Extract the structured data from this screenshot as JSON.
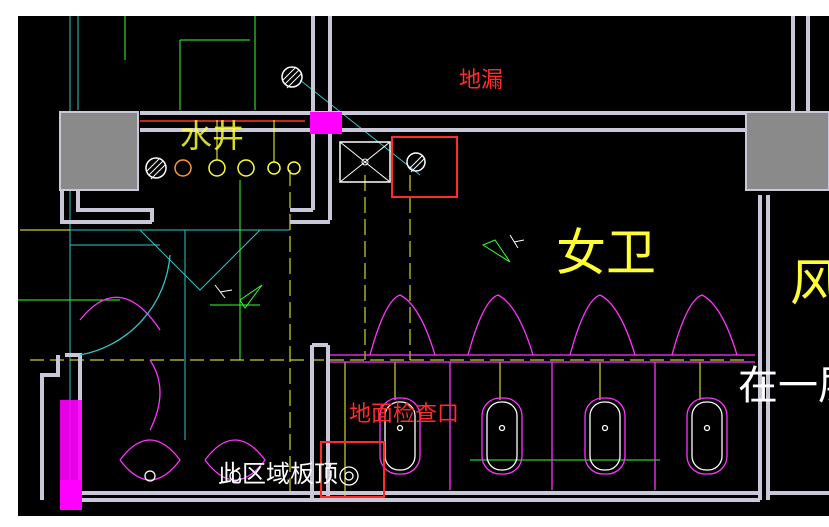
{
  "annotations": {
    "floor_drain": "地漏",
    "floor_inspection_port": "地面检查口"
  },
  "drawing_labels": {
    "water_well": "水井",
    "womens_restroom": "女卫",
    "wind": "风",
    "first_floor": "在一层",
    "bottom_zone": "此区域板顶"
  },
  "colors": {
    "background": "#000000",
    "wall": "#c8c8d8",
    "column_fill": "#8a8a8a",
    "annotation_red": "#ff2a2a",
    "cad_yellow": "#ffff33",
    "cad_magenta": "#ff00ff",
    "cad_cyan": "#00ffff",
    "cad_green": "#33ff33"
  }
}
